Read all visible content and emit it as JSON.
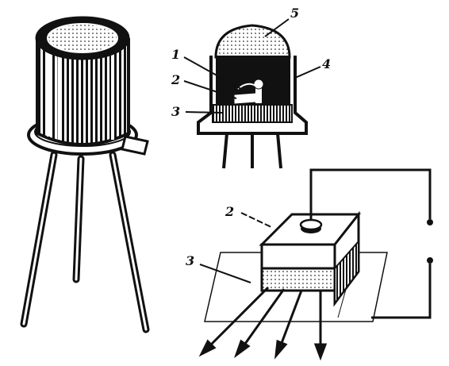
{
  "labels": {
    "top_1": "1",
    "top_2": "2",
    "top_3": "3",
    "top_4": "4",
    "top_5": "5",
    "bottom_2": "2",
    "bottom_3": "3"
  },
  "colors": {
    "ink": "#111111",
    "paper": "#ffffff",
    "shade": "#555555"
  }
}
